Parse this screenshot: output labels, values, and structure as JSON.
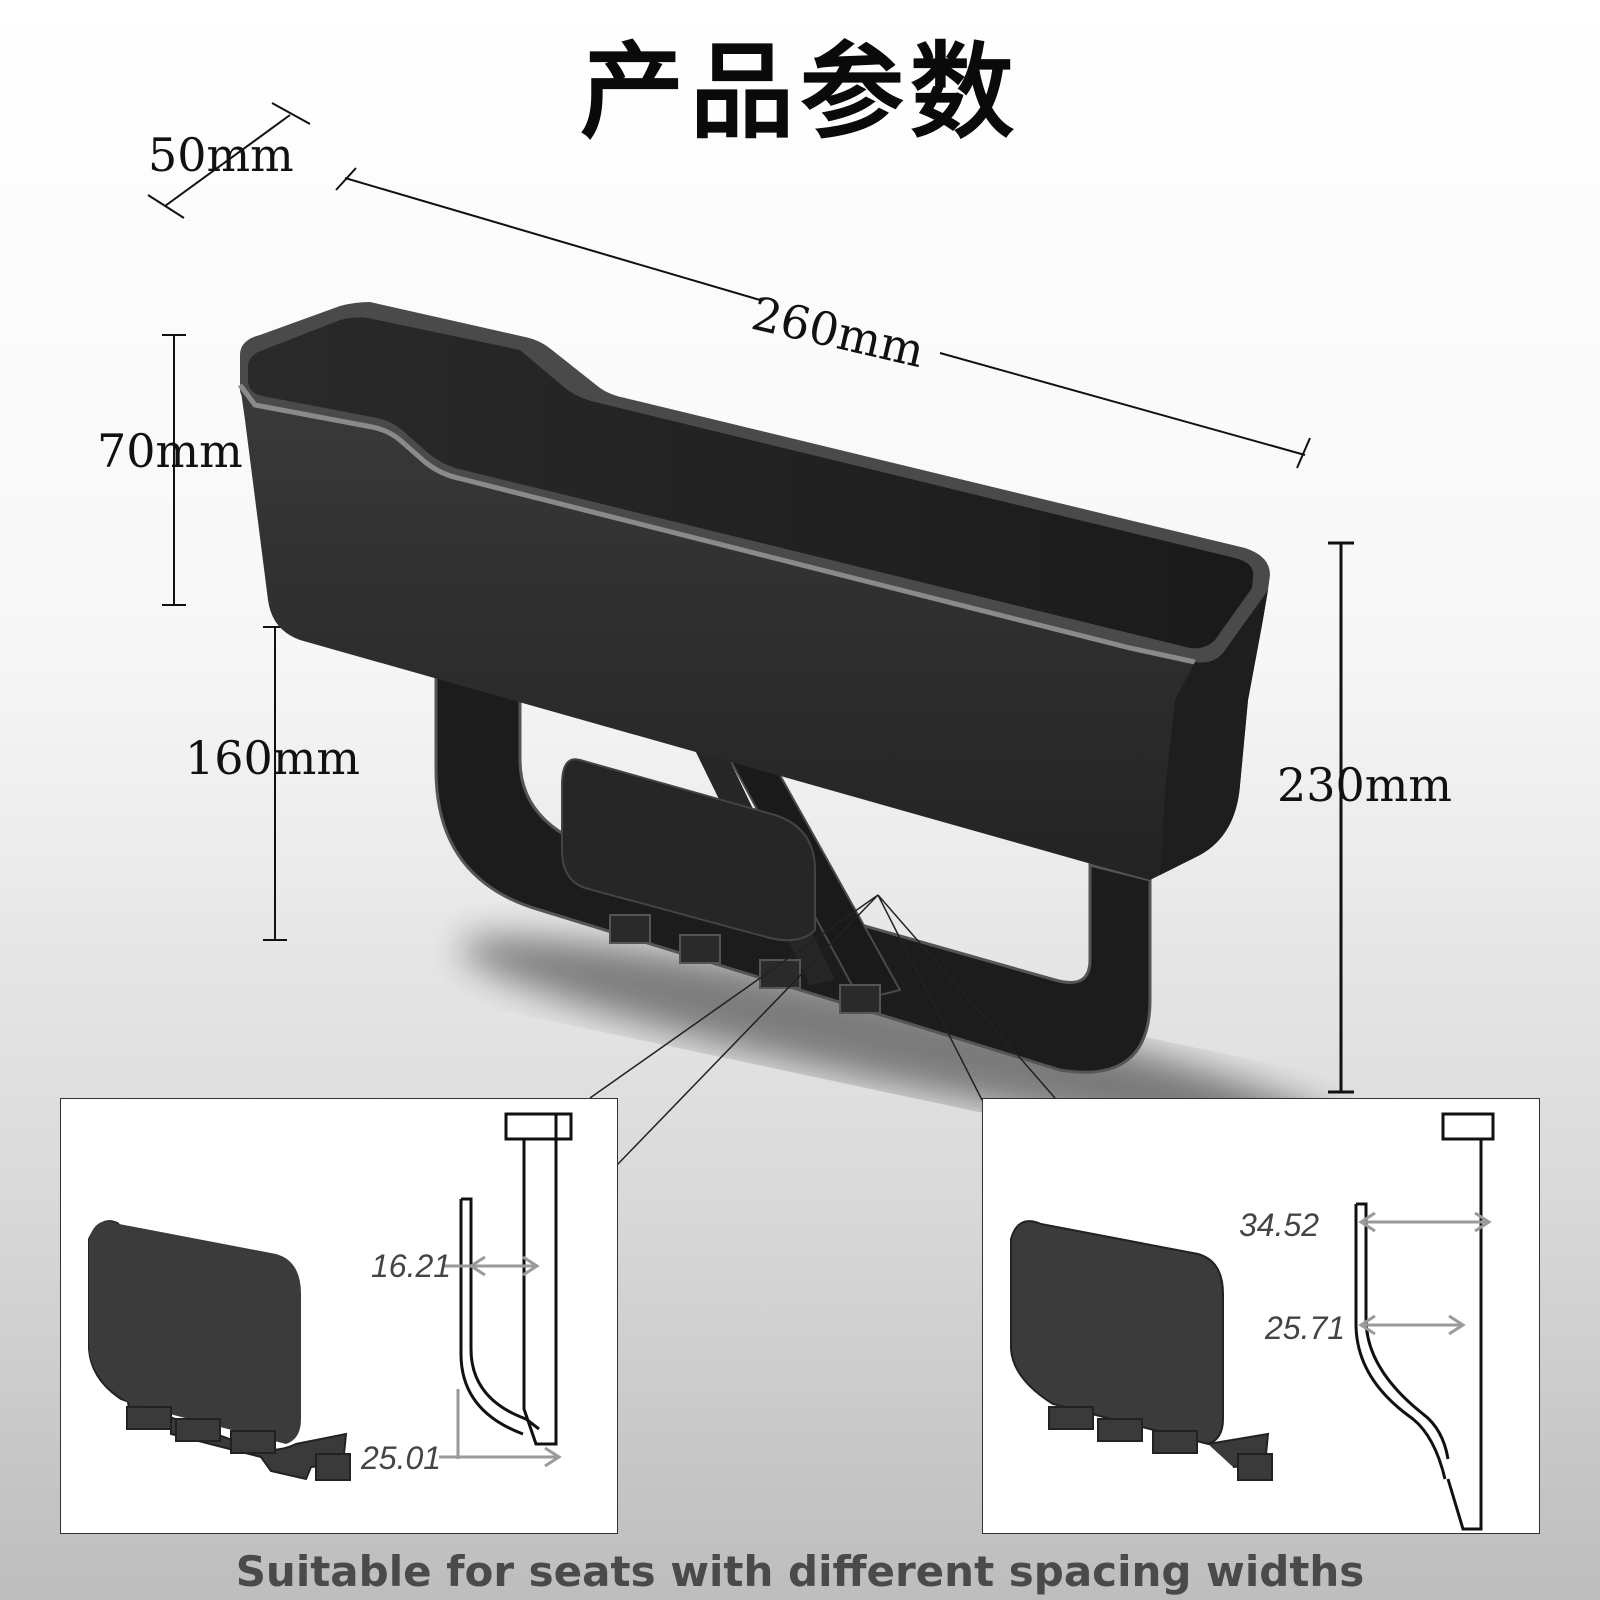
{
  "title": "产品参数",
  "dimensions": {
    "depth": "50mm",
    "length": "260mm",
    "box_height": "70mm",
    "leg_height": "160mm",
    "total_height": "230mm"
  },
  "detail_left": {
    "top_spec": "16.21",
    "bottom_spec": "25.01"
  },
  "detail_right": {
    "top_spec": "34.52",
    "bottom_spec": "25.71"
  },
  "caption": "Suitable for seats with different spacing widths",
  "colors": {
    "product": "#2b2b2b",
    "rim": "#6e6e6e",
    "caption": "#4a4a4a",
    "arrow": "#9a9a9a"
  }
}
